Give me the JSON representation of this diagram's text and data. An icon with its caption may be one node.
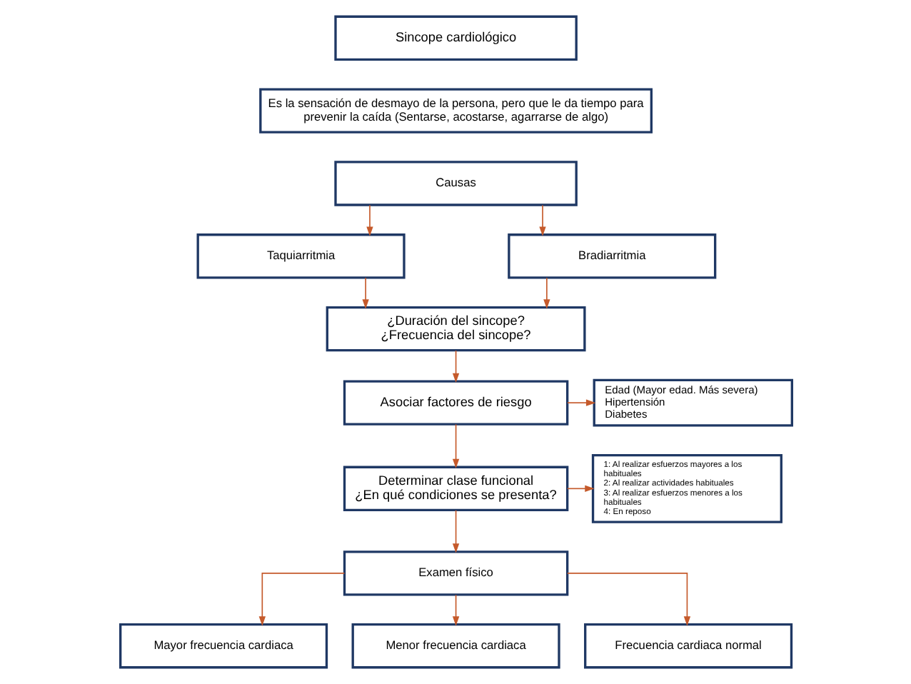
{
  "diagram": {
    "nodes": [
      {
        "text": [
          "Sincope cardiológico"
        ]
      },
      {
        "text": [
          "Es la sensación de desmayo de la persona, pero que le da tiempo para prevenir la caída (Sentarse, acostarse, agarrarse de algo)"
        ]
      },
      {
        "text": [
          "Causas"
        ]
      },
      {
        "text": [
          "Taquiarritmia"
        ]
      },
      {
        "text": [
          "Bradiarritmia"
        ]
      },
      {
        "text": [
          "¿Duración del sincope?",
          "¿Frecuencia del sincope?"
        ]
      },
      {
        "text": [
          "Asociar factores de riesgo"
        ]
      },
      {
        "text": [
          "Edad (Mayor edad. Más severa)",
          "Hipertensión",
          "Diabetes"
        ]
      },
      {
        "text": [
          "Determinar clase funcional",
          "¿En qué condiciones se presenta?"
        ]
      },
      {
        "text": [
          "1: Al realizar esfuerzos mayores a los habituales",
          "2: Al realizar actividades habituales",
          "3: Al realizar esfuerzos menores a los habituales",
          "4: En reposo"
        ]
      },
      {
        "text": [
          "Examen físico"
        ]
      },
      {
        "text": [
          "Mayor frecuencia cardiaca"
        ]
      },
      {
        "text": [
          "Menor frecuencia cardiaca"
        ]
      },
      {
        "text": [
          "Frecuencia cardiaca normal"
        ]
      }
    ],
    "edges": [
      {
        "from": 2,
        "to": 3,
        "arrow": "to"
      },
      {
        "from": 2,
        "to": 4,
        "arrow": "to"
      },
      {
        "from": 3,
        "to": 5,
        "arrow": "to"
      },
      {
        "from": 4,
        "to": 5,
        "arrow": "to"
      },
      {
        "from": 5,
        "to": 6,
        "arrow": "to"
      },
      {
        "from": 6,
        "to": 7,
        "arrow": "to"
      },
      {
        "from": 6,
        "to": 8,
        "arrow": "to"
      },
      {
        "from": 8,
        "to": 9,
        "arrow": "to"
      },
      {
        "from": 8,
        "to": 10,
        "arrow": "to"
      },
      {
        "from": 10,
        "to": 11,
        "arrow": "to"
      },
      {
        "from": 10,
        "to": 12,
        "arrow": "to"
      },
      {
        "from": 10,
        "to": 13,
        "arrow": "to"
      }
    ]
  }
}
